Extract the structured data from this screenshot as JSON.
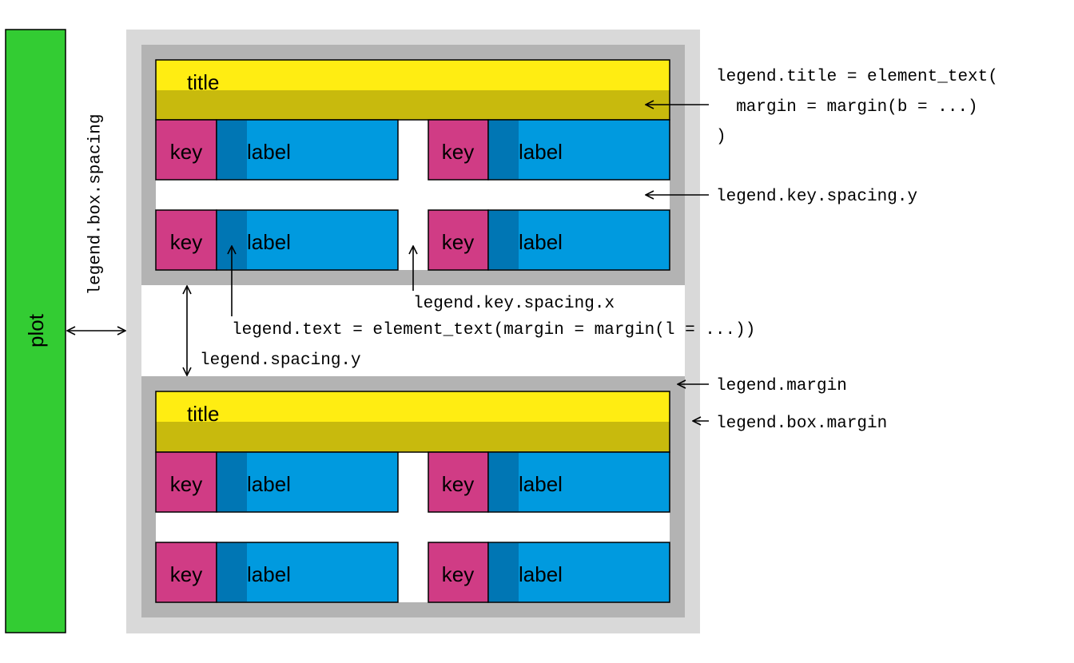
{
  "plot": {
    "label": "plot"
  },
  "legends": [
    {
      "title": "title",
      "rows": [
        [
          {
            "key": "key",
            "label": "label"
          },
          {
            "key": "key",
            "label": "label"
          }
        ],
        [
          {
            "key": "key",
            "label": "label"
          },
          {
            "key": "key",
            "label": "label"
          }
        ]
      ]
    },
    {
      "title": "title",
      "rows": [
        [
          {
            "key": "key",
            "label": "label"
          },
          {
            "key": "key",
            "label": "label"
          }
        ],
        [
          {
            "key": "key",
            "label": "label"
          },
          {
            "key": "key",
            "label": "label"
          }
        ]
      ]
    }
  ],
  "annotations": {
    "box_spacing": "legend.box.spacing",
    "title_line1": "legend.title = element_text(",
    "title_line2": "  margin = margin(b = ...)",
    "title_line3": ")",
    "key_spacing_y": "legend.key.spacing.y",
    "key_spacing_x": "legend.key.spacing.x",
    "text_margin": "legend.text = element_text(margin = margin(l = ...))",
    "spacing_y": "legend.spacing.y",
    "legend_margin": "legend.margin",
    "box_margin": "legend.box.margin"
  },
  "colors": {
    "plot": "#33CC33",
    "outer_box": "#D9D9D9",
    "legend_bg": "#B3B3B3",
    "title_bg": "#FFED12",
    "title_margin": "#C8BA0D",
    "key": "#D03C85",
    "label": "#009ADF",
    "label_margin": "#0076B4",
    "spacing": "#FFFFFF"
  }
}
